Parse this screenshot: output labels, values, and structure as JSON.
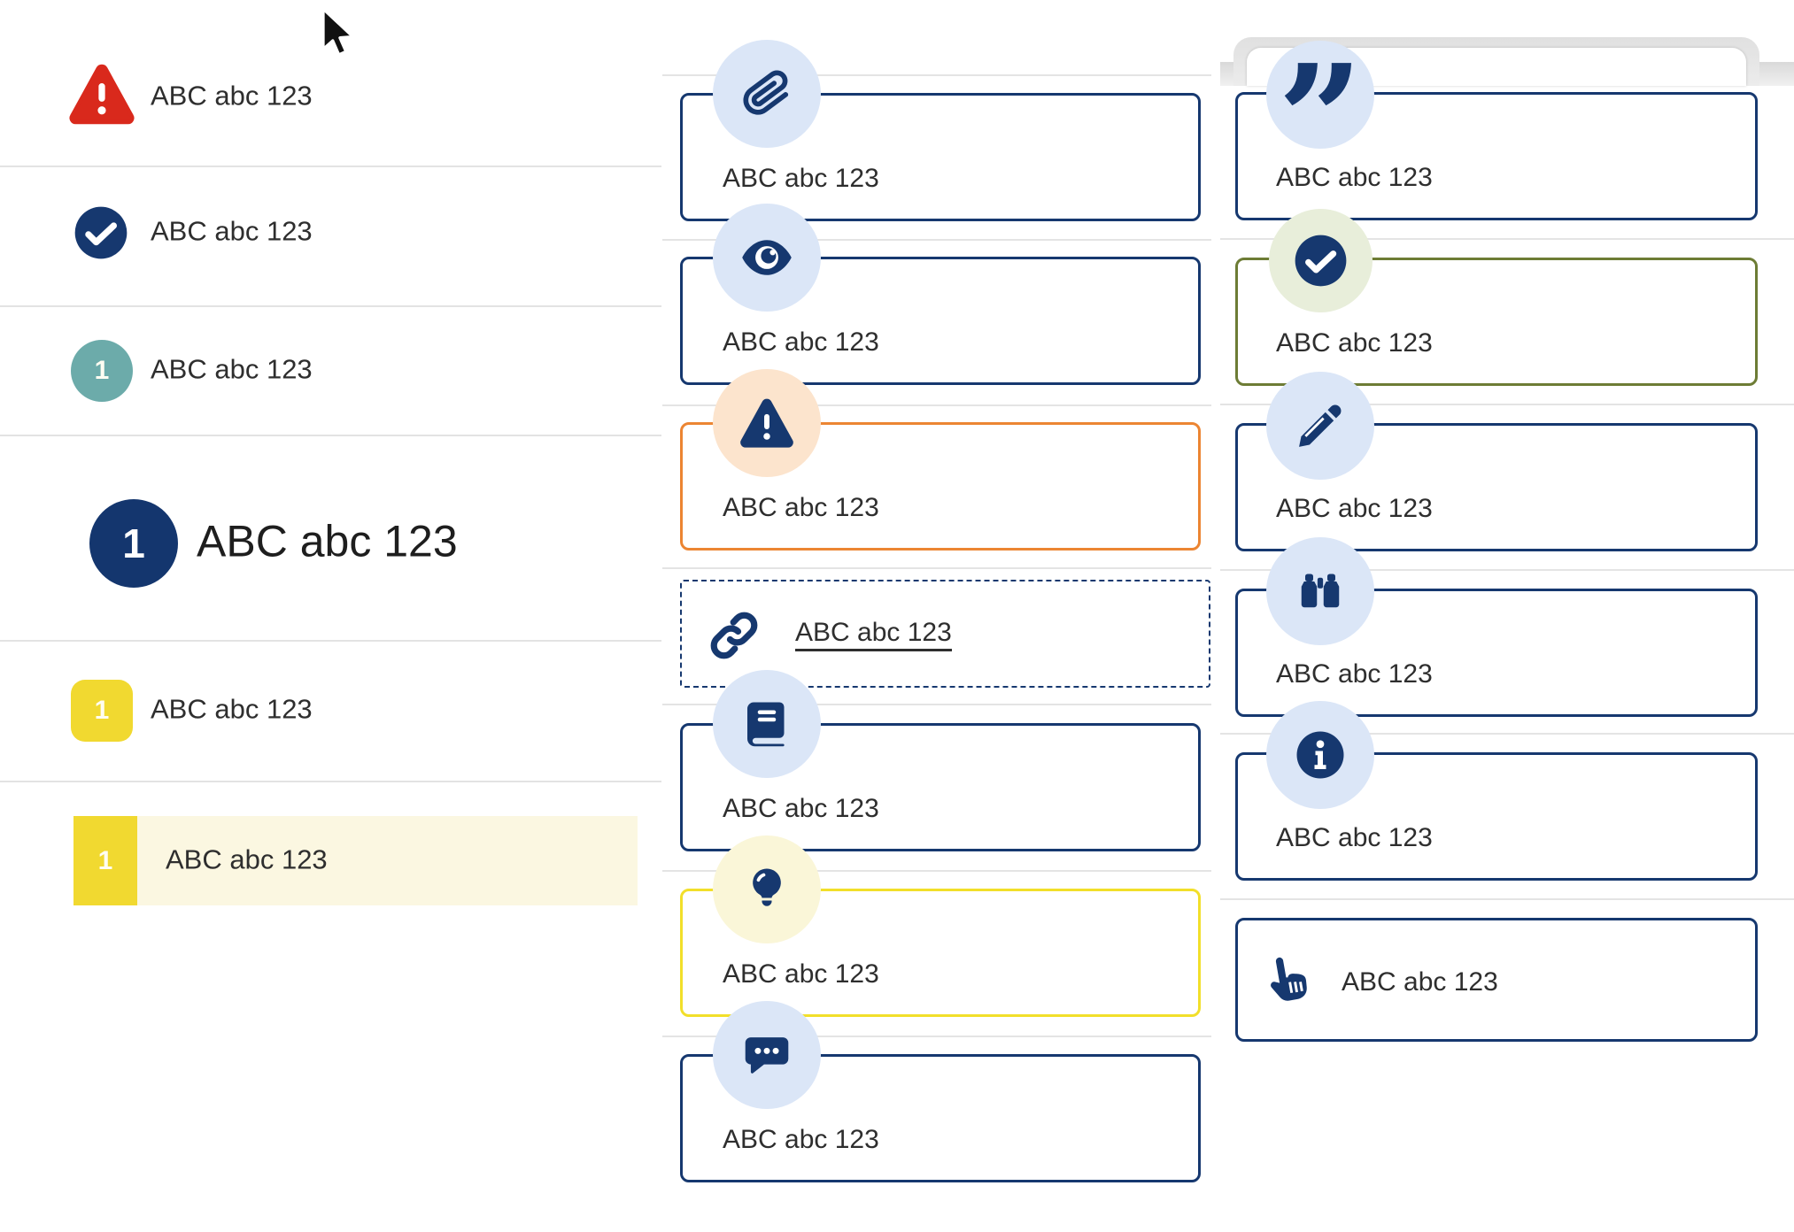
{
  "colors": {
    "navy": "#16386f",
    "badge_blue": "#dbe6f7",
    "orange": "#ec8532",
    "orange_badge_bg": "#fce4cd",
    "yellow": "#f2df2a",
    "yellow_badge_bg": "#faf6d8",
    "olive_green": "#6d7c35",
    "green_badge_bg": "#e8eeda",
    "red": "#d9291c",
    "teal": "#6cabaa",
    "yellow_square": "#f1d930",
    "highlight_row_bg": "#fbf7e1",
    "divider_grey": "#e3e3e3",
    "text": "#2e2e2e"
  },
  "left_list": {
    "items": [
      {
        "icon": "warning-triangle-icon",
        "label": "ABC abc 123"
      },
      {
        "icon": "check-circle-icon",
        "label": "ABC abc 123"
      },
      {
        "icon": "number-badge-teal",
        "badge": "1",
        "label": "ABC abc 123"
      },
      {
        "icon": "number-badge-large-navy",
        "badge": "1",
        "label": "ABC abc 123"
      },
      {
        "icon": "number-badge-yellow",
        "badge": "1",
        "label": "ABC abc 123"
      },
      {
        "icon": "number-badge-yellow-block",
        "badge": "1",
        "label": "ABC abc 123",
        "highlighted": true
      }
    ]
  },
  "middle_callouts": {
    "items": [
      {
        "icon": "paperclip-icon",
        "label": "ABC abc 123",
        "variant": "navy"
      },
      {
        "icon": "eye-icon",
        "label": "ABC abc 123",
        "variant": "navy"
      },
      {
        "icon": "warning-triangle-icon",
        "label": "ABC abc 123",
        "variant": "orange"
      },
      {
        "icon": "link-chain-icon",
        "label": "ABC abc 123",
        "variant": "dashed-link"
      },
      {
        "icon": "book-icon",
        "label": "ABC abc 123",
        "variant": "navy"
      },
      {
        "icon": "lightbulb-icon",
        "label": "ABC abc 123",
        "variant": "yellow"
      },
      {
        "icon": "chat-bubble-icon",
        "label": "ABC abc 123",
        "variant": "navy"
      }
    ]
  },
  "right_callouts": {
    "items": [
      {
        "icon": "quote-icon",
        "label": "ABC abc 123",
        "variant": "navy"
      },
      {
        "icon": "check-circle-icon",
        "label": "ABC abc 123",
        "variant": "olive-green"
      },
      {
        "icon": "pencil-icon",
        "label": "ABC abc 123",
        "variant": "navy"
      },
      {
        "icon": "binoculars-icon",
        "label": "ABC abc 123",
        "variant": "navy"
      },
      {
        "icon": "info-circle-icon",
        "label": "ABC abc 123",
        "variant": "navy"
      },
      {
        "icon": "hand-point-up-icon",
        "label": "ABC abc 123",
        "variant": "navy-inline-icon"
      }
    ]
  },
  "cursor": {
    "icon": "arrow-cursor"
  }
}
